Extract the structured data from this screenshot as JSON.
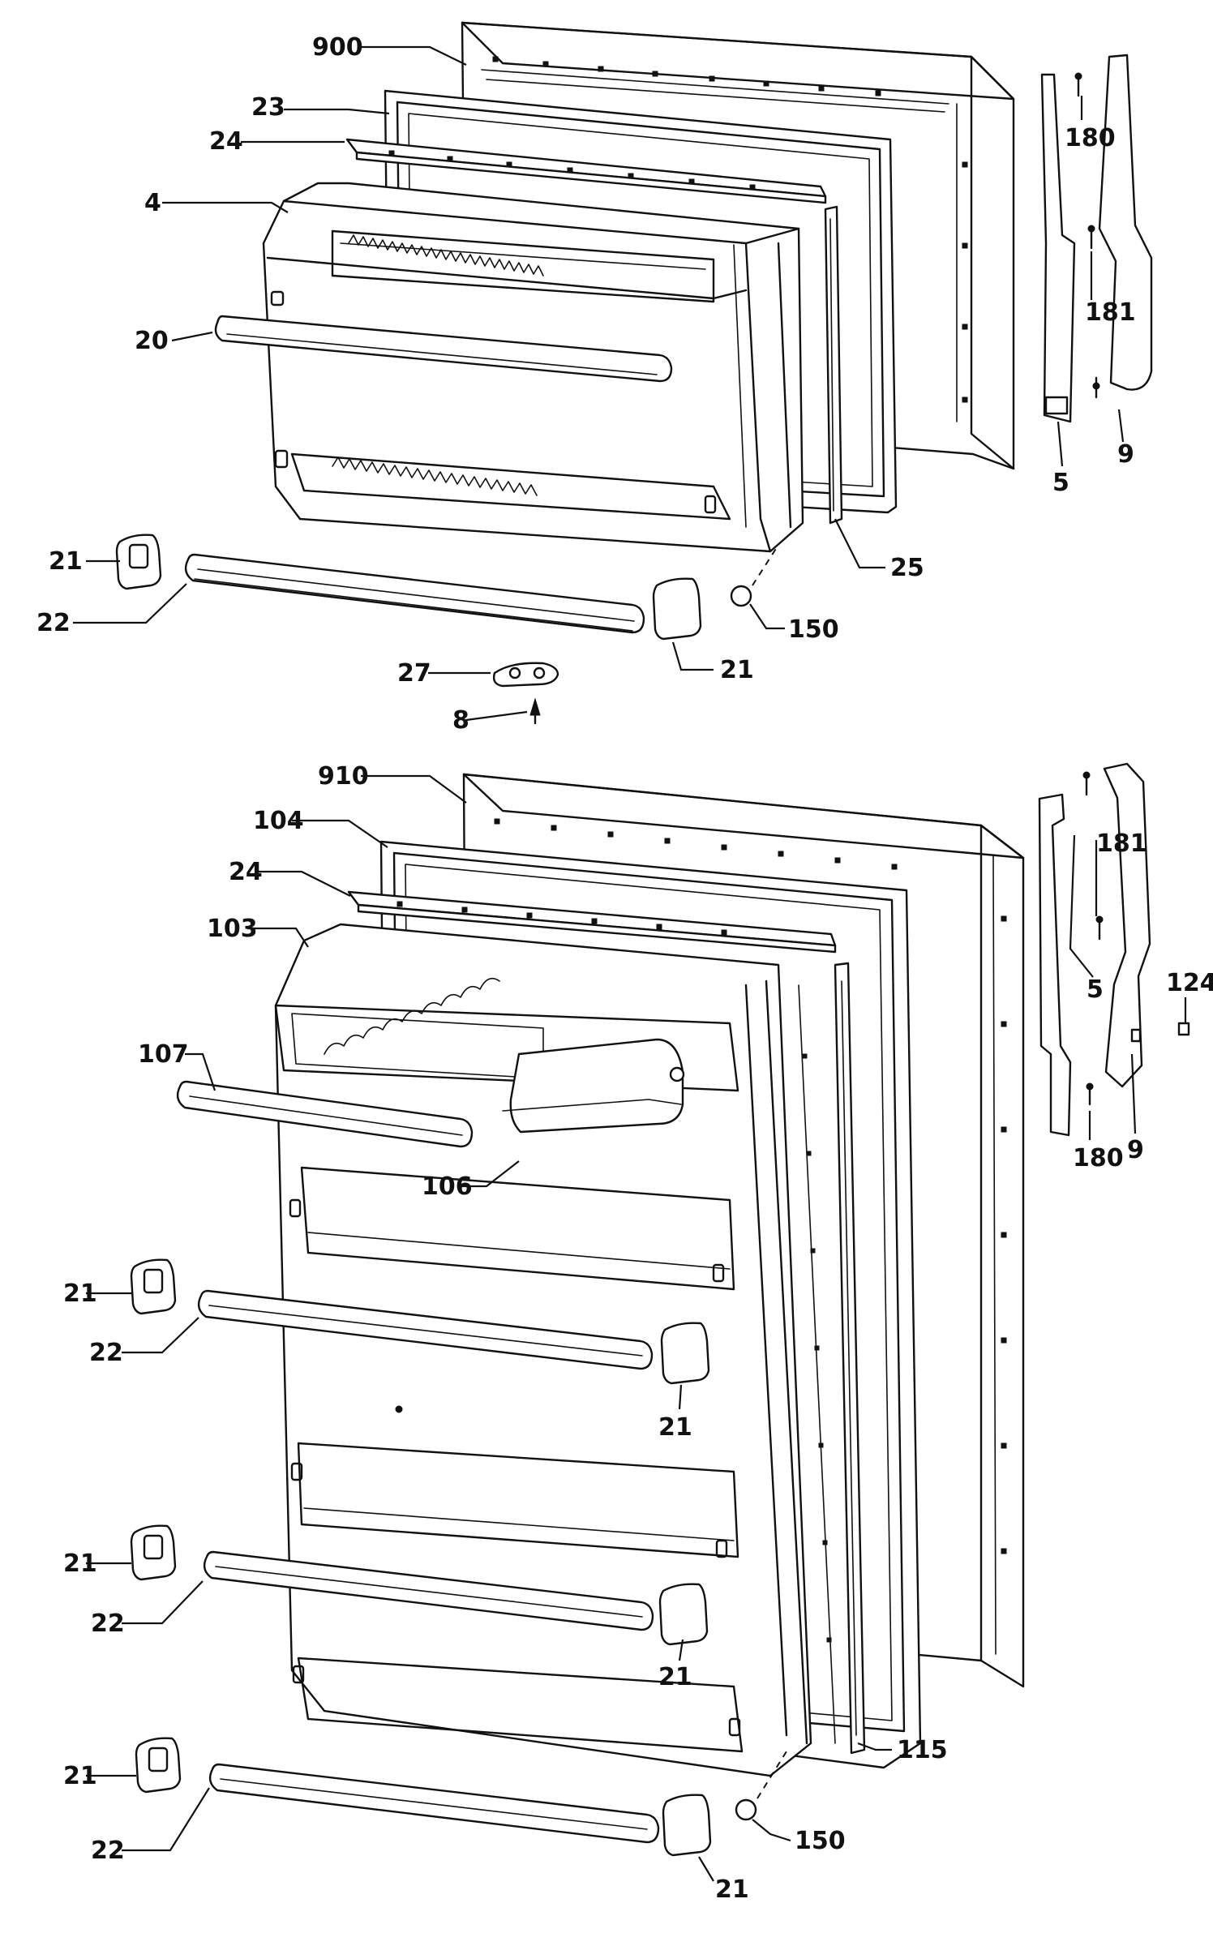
{
  "diagram": {
    "callouts": {
      "top_900": "900",
      "top_23": "23",
      "top_24": "24",
      "top_4": "4",
      "top_20": "20",
      "top_21a": "21",
      "top_22": "22",
      "top_21b": "21",
      "top_150": "150",
      "top_25": "25",
      "top_27": "27",
      "top_8": "8",
      "top_180": "180",
      "top_181": "181",
      "top_5": "5",
      "top_9": "9",
      "bot_910": "910",
      "bot_104": "104",
      "bot_24": "24",
      "bot_103": "103",
      "bot_107": "107",
      "bot_106": "106",
      "bot_181": "181",
      "bot_5": "5",
      "bot_124": "124",
      "bot_180": "180",
      "bot_9": "9",
      "bot_21a": "21",
      "bot_22a": "22",
      "bot_21b": "21",
      "bot_21c": "21",
      "bot_22b": "22",
      "bot_21d": "21",
      "bot_21e": "21",
      "bot_22c": "22",
      "bot_115": "115",
      "bot_150": "150",
      "bot_21f": "21"
    }
  }
}
